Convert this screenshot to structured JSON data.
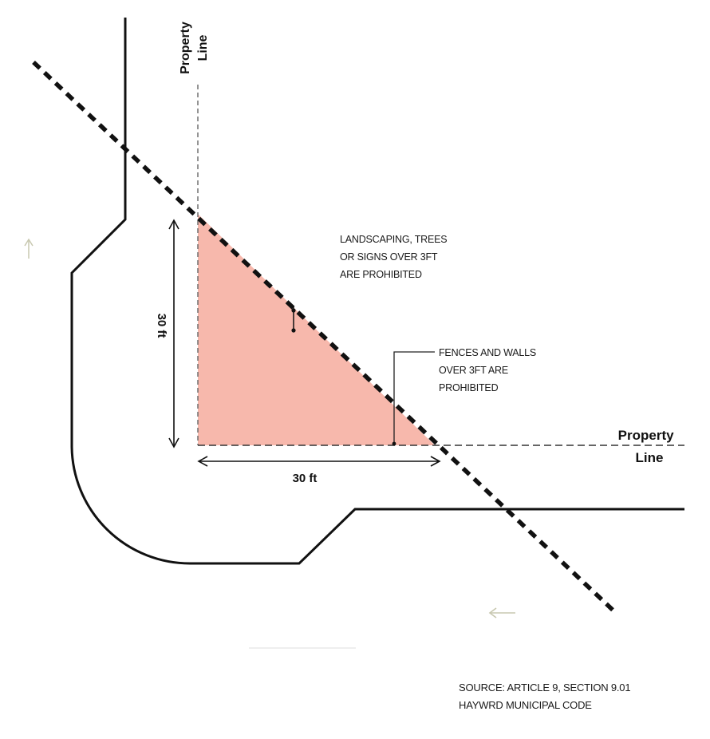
{
  "labels": {
    "property_line_vertical": [
      "Property",
      "Line"
    ],
    "property_line_horizontal": [
      "Property",
      "Line"
    ],
    "dim_vertical": "30 ft",
    "dim_horizontal": "30 ft",
    "note_landscaping": [
      "LANDSCAPING, TREES",
      "OR SIGNS OVER 3FT",
      "ARE PROHIBITED"
    ],
    "note_fences": [
      "FENCES AND WALLS",
      "OVER 3FT ARE",
      "PROHIBITED"
    ],
    "source": [
      "SOURCE: ARTICLE 9, SECTION 9.01",
      "HAYWRD MUNICIPAL CODE"
    ]
  },
  "icons": {
    "traffic_arrow_up": "arrow-up-icon",
    "traffic_arrow_left": "arrow-left-icon"
  },
  "colors": {
    "sight_triangle_fill": "#f7b8ac",
    "line": "#111111",
    "property_line": "#666666",
    "traffic_arrow": "#c8c8b0"
  }
}
